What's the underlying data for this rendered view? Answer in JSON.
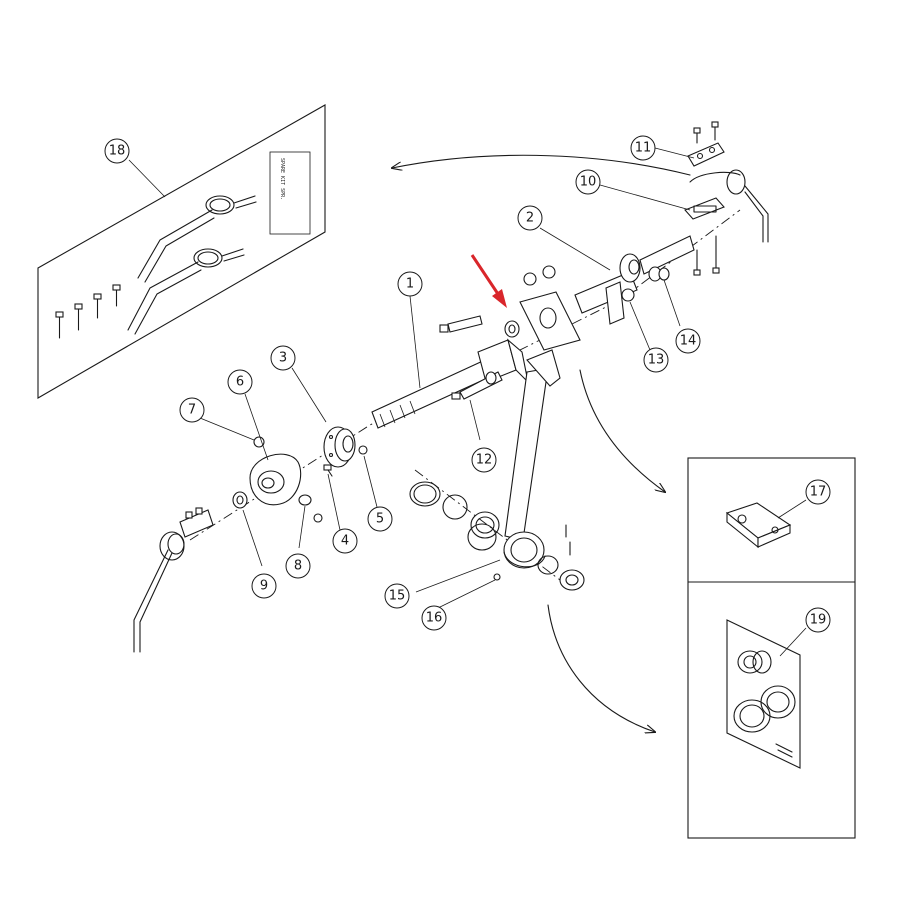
{
  "diagram": {
    "type": "exploded-parts-diagram",
    "accent_color": "#d9262b",
    "line_color": "#1a1a1a",
    "kit_panel_label": "SPARE KIT SPR.",
    "callouts": [
      "1",
      "2",
      "3",
      "4",
      "5",
      "6",
      "7",
      "8",
      "9",
      "10",
      "11",
      "12",
      "13",
      "14",
      "15",
      "16",
      "17",
      "18",
      "19"
    ]
  }
}
